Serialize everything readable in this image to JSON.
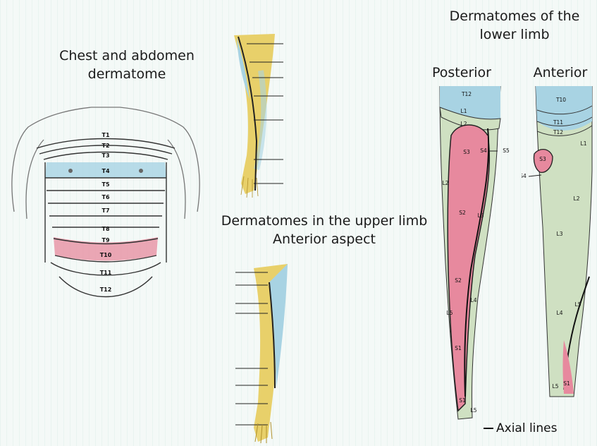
{
  "chest": {
    "title_line1": "Chest and abdomen",
    "title_line2": "dermatome",
    "bands": [
      "T1",
      "T2",
      "T3",
      "T4",
      "T5",
      "T6",
      "T7",
      "T8",
      "T9",
      "T10",
      "T11",
      "T12"
    ]
  },
  "upper_limb": {
    "title_line1": "Dermatomes in the upper limb",
    "title_line2": "Anterior aspect"
  },
  "lower_limb": {
    "title_line1": "Dermatomes of the",
    "title_line2": "lower limb",
    "posterior_label": "Posterior",
    "anterior_label": "Anterior",
    "posterior_regions": [
      "T12",
      "L1",
      "L2",
      "S3",
      "S4",
      "S5",
      "L2",
      "S2",
      "L3",
      "S2",
      "L4",
      "L5",
      "S1",
      "S1",
      "L5"
    ],
    "anterior_regions": [
      "T10",
      "T11",
      "T12",
      "L1",
      "S3",
      "S4",
      "L2",
      "L3",
      "L4",
      "L5",
      "L5",
      "S1"
    ],
    "legend": "Axial lines"
  },
  "colors": {
    "pink": "#e7899e",
    "blue": "#a8d3e3",
    "green": "#cfe0c2",
    "yellow": "#e8d06a",
    "outline": "#2a2a2a"
  }
}
